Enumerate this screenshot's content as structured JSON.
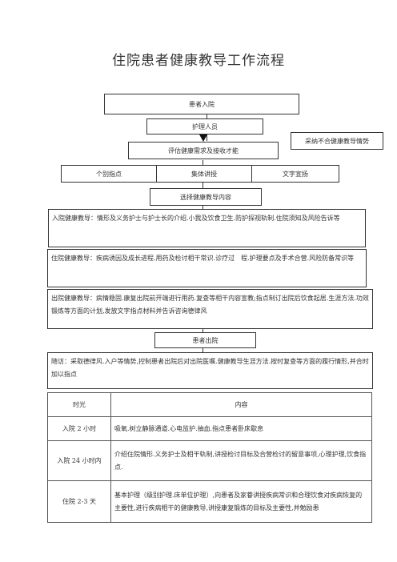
{
  "document": {
    "title": "住院患者健康教导工作流程"
  },
  "flow": {
    "admission": "患者入院",
    "nurse": "护理人员",
    "assess": "评估健康需求及接收才能",
    "side_note": "采纳不合健康教导情势",
    "methods": [
      "个别指点",
      "集体讲授",
      "文字宣扬"
    ],
    "choose": "选择健康教导内容",
    "admission_edu": "入院健康教导：情形及义务护士与护士长的介绍.小我及饮食卫生.防护探视轨制.住院须知及风险告诉等",
    "stay_edu": "住院健康教导：疾病诱因及成长进程.用药及检讨相干常识.诊疗过　程.护理要点及手术合营.风险防备常识等",
    "discharge_edu": "出院健康教导：病情稳固.康复出院前开端进行用药.复查等相干内容宣教;指点制订出院后饮食起居.生涯方法.功效锻炼等方面的计划,发放文字指点材料并告诉咨询德律风",
    "discharge": "患者出院",
    "followup": "随访：采取德律风.入户等情势,控制患者出院后对出院医嘱.健康教导生涯方法.按时复查等方面的履行情形,并合时加以指点"
  },
  "table": {
    "headers": [
      "时光",
      "内容"
    ],
    "rows": [
      {
        "time": "入院 2 小时",
        "content": "吸氧.树立静脉通道.心电监护.抽血.指点患者卧床歇息"
      },
      {
        "time": "入院 24 小时内",
        "content": "介绍住院情形.义务护士及相干轨制,讲授检讨目标及合营检讨的留意事项,心理护理,饮食指点."
      },
      {
        "time": "住院 2-3 天",
        "content": "基本护理（级别护理.床单位护理）,向患者及家眷讲授疾病常识和合理饮食对疾病恢复的主要性,进行疾病相干的健康教导,讲授康复锻炼的目标及主要性,并勉励患"
      }
    ]
  }
}
